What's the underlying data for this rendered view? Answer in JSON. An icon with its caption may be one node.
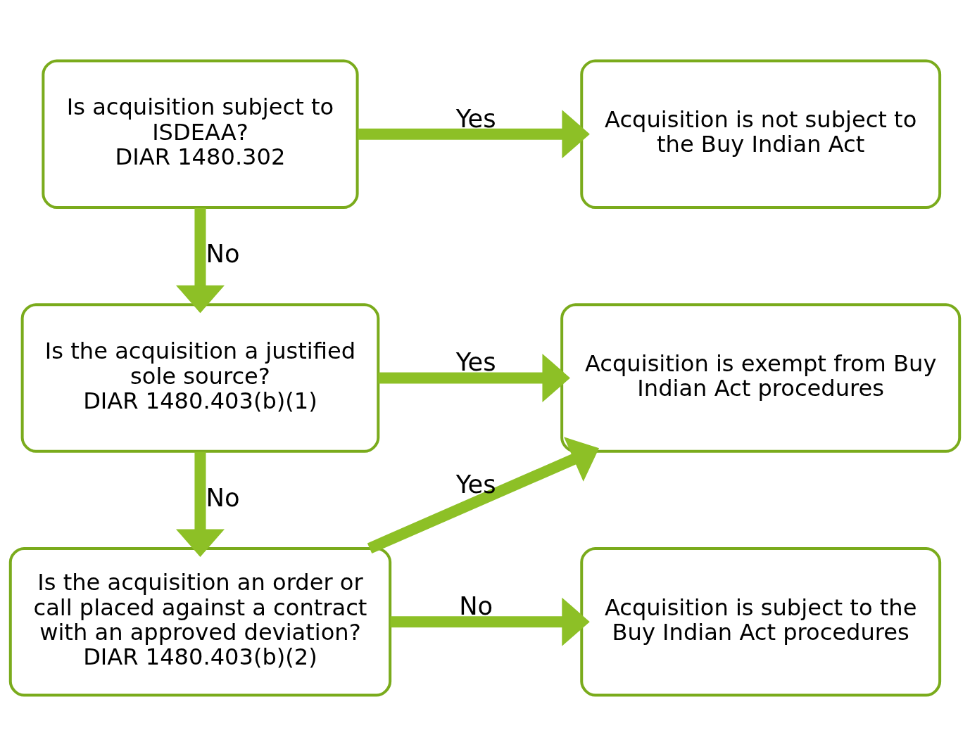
{
  "diagram": {
    "nodes": [
      {
        "text": [
          "Is acquisition subject to ISDEAA?",
          "DIAR 1480.302"
        ]
      },
      {
        "text": [
          "Acquisition is not subject to the Buy Indian Act"
        ]
      },
      {
        "text": [
          "Is the acquisition a justified sole source?",
          "DIAR 1480.403(b)(1)"
        ]
      },
      {
        "text": [
          "Acquisition is exempt from Buy Indian Act procedures"
        ]
      },
      {
        "text": [
          "Is the acquisition an order or call placed against a contract with an approved deviation?",
          "DIAR 1480.403(b)(2)"
        ]
      },
      {
        "text": [
          "Acquisition is subject to the Buy Indian Act procedures"
        ]
      }
    ],
    "edges": [
      {
        "from": 0,
        "to": 1,
        "arrow": "to",
        "label": "Yes"
      },
      {
        "from": 0,
        "to": 2,
        "arrow": "to",
        "label": "No"
      },
      {
        "from": 2,
        "to": 3,
        "arrow": "to",
        "label": "Yes"
      },
      {
        "from": 2,
        "to": 4,
        "arrow": "to",
        "label": "No"
      },
      {
        "from": 4,
        "to": 3,
        "arrow": "to",
        "label": "Yes"
      },
      {
        "from": 4,
        "to": 5,
        "arrow": "to",
        "label": "No"
      }
    ]
  }
}
